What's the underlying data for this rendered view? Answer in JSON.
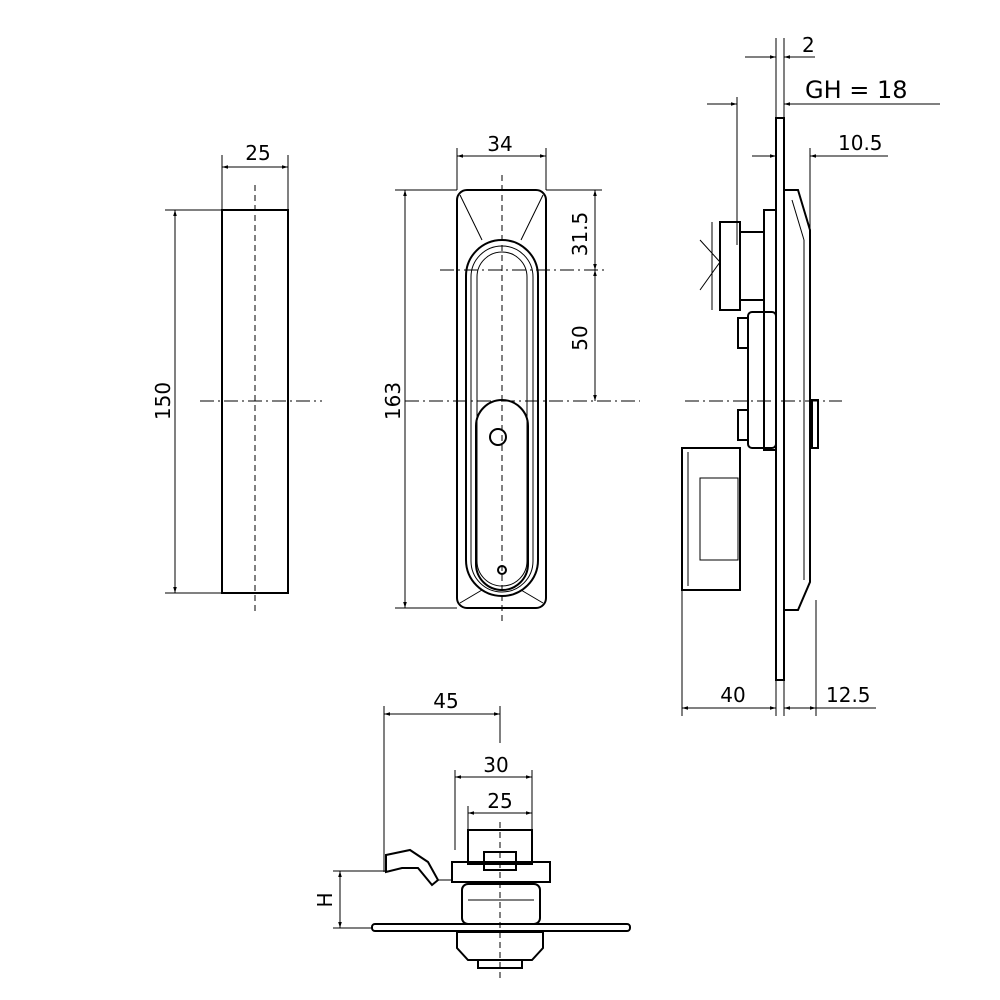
{
  "drawing": {
    "front_blank": {
      "width": "25",
      "height": "150"
    },
    "front_handle": {
      "width": "34",
      "height": "163",
      "top_offset": "31.5",
      "center_offset": "50"
    },
    "side_view": {
      "plate_thickness": "2",
      "grip_height": "GH = 18",
      "front_depth": "10.5",
      "rear_depth": "40",
      "front_total": "12.5"
    },
    "top_view": {
      "swing": "45",
      "body_width": "30",
      "inner_width": "25",
      "height_label": "H"
    }
  },
  "colors": {
    "line": "#000000",
    "background": "#ffffff"
  }
}
